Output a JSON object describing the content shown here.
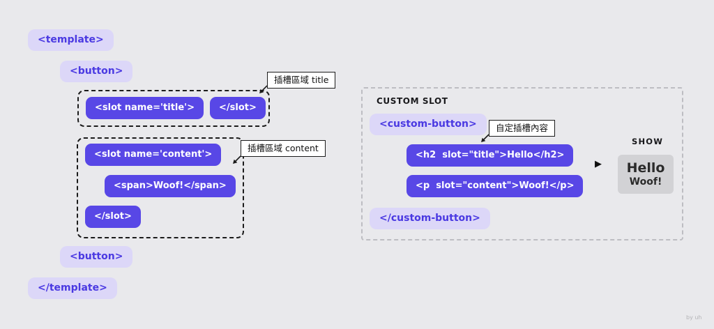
{
  "colors": {
    "page_bg": "#e9e9ec",
    "pill_light_bg": "#dcd7f8",
    "pill_light_text": "#4a39e2",
    "pill_dark_bg": "#5847e6",
    "pill_dark_text": "#ffffff",
    "dashed_dark": "#1b1b1b",
    "dashed_gray": "#bdbdc2",
    "callout_border": "#1b1b1b",
    "result_bg": "#d2d2d5",
    "result_text": "#2b2b2b"
  },
  "template_tree": {
    "template_open": "<template>",
    "button_open": "<button>",
    "title_slot": {
      "open": "<slot name='title'>",
      "close": "</slot>",
      "callout": "插槽區域 title"
    },
    "content_slot": {
      "open": "<slot name='content'>",
      "default_content": "<span>Woof!</span>",
      "close": "</slot>",
      "callout": "插槽區域 content"
    },
    "button_close": "<button>",
    "template_close": "</template>"
  },
  "custom_slot": {
    "section_title": "CUSTOM SLOT",
    "custom_button_open": "<custom-button>",
    "callout": "自定插槽內容",
    "h2_line": "<h2  slot=\"title\">Hello</h2>",
    "p_line": "<p  slot=\"content\">Woof!</p>",
    "custom_button_close": "</custom-button>"
  },
  "result": {
    "arrow_icon": "▶",
    "label": "SHOW",
    "title": "Hello",
    "text": "Woof!"
  },
  "watermark": "by uh"
}
